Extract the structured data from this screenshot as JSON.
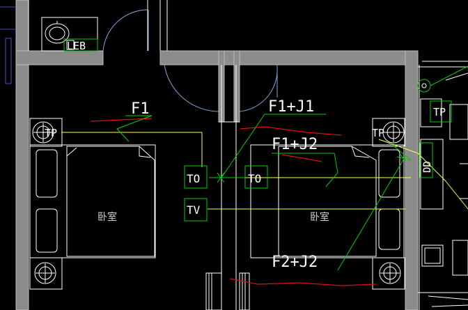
{
  "drawing": {
    "labels": {
      "leb": "LEB",
      "f1": "F1",
      "f1_j1": "F1+J1",
      "f1_j2": "F1+J2",
      "f2_j2": "F2+J2",
      "tp_left": "TP",
      "tp_right": "TP",
      "tp_far_right": "TP",
      "to_left": "TO",
      "to_right": "TO",
      "tv": "TV",
      "dd": "DD",
      "room_left": "卧室",
      "room_right": "卧室"
    },
    "colors": {
      "background": "#000000",
      "wall_fill": "#8c8c8c",
      "linework": "#ffffff",
      "leader": "#00d000",
      "cable": "#ffff40",
      "route": "#e01010",
      "door_arc": "#78a8e0"
    }
  }
}
